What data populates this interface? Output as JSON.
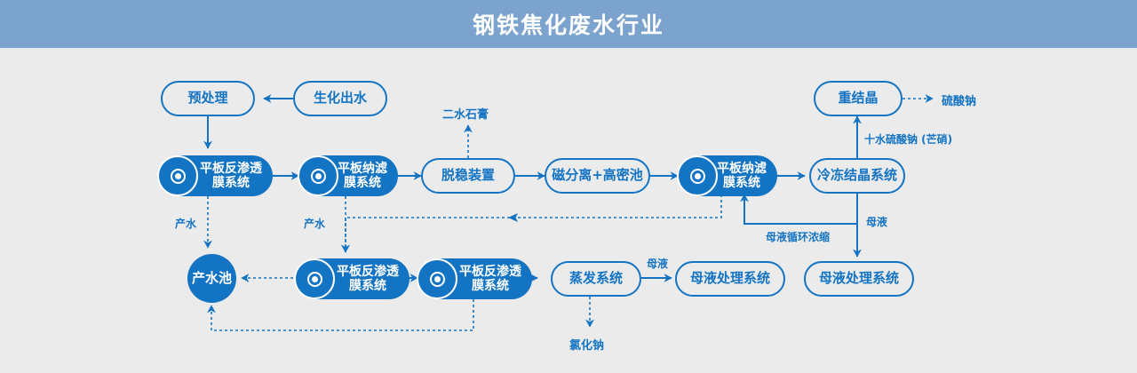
{
  "header": {
    "title": "钢铁焦化废水行业",
    "bg": "#7ba3cd",
    "text_color": "#ffffff"
  },
  "theme": {
    "accent": "#1474c4",
    "canvas_bg": "#ebebeb",
    "node_fill": "#1474c4",
    "node_text_on_fill": "#ffffff"
  },
  "nodes": {
    "pretreatment": {
      "label": "预处理",
      "style": "outline"
    },
    "bio_effluent": {
      "label": "生化出水",
      "style": "outline"
    },
    "ro_1": {
      "label": "平板反渗透\n膜系统",
      "line1": "平板反渗透",
      "line2": "膜系统",
      "style": "filled"
    },
    "nf_1": {
      "label": "平板纳滤\n膜系统",
      "line1": "平板纳滤",
      "line2": "膜系统",
      "style": "filled"
    },
    "destabilizer": {
      "label": "脱稳装置",
      "style": "outline"
    },
    "magsep": {
      "label": "磁分离+高密池",
      "style": "outline"
    },
    "nf_2": {
      "label": "平板纳滤\n膜系统",
      "line1": "平板纳滤",
      "line2": "膜系统",
      "style": "filled"
    },
    "freeze_cryst": {
      "label": "冷冻结晶系统",
      "style": "outline"
    },
    "recrystallize": {
      "label": "重结晶",
      "style": "outline"
    },
    "product_water_pond": {
      "label": "产水池",
      "style": "circle"
    },
    "ro_2": {
      "label": "平板反渗透\n膜系统",
      "line1": "平板反渗透",
      "line2": "膜系统",
      "style": "filled"
    },
    "ro_3": {
      "label": "平板反渗透\n膜系统",
      "line1": "平板反渗透",
      "line2": "膜系统",
      "style": "filled"
    },
    "evaporation": {
      "label": "蒸发系统",
      "style": "outline"
    },
    "mother_liquor_1": {
      "label": "母液处理系统",
      "style": "outline"
    },
    "mother_liquor_2": {
      "label": "母液处理系统",
      "style": "outline"
    }
  },
  "terminals": {
    "gypsum": {
      "label": "二水石膏"
    },
    "sodium_sulfate": {
      "label": "硫酸钠"
    },
    "sodium_chloride": {
      "label": "氯化钠"
    }
  },
  "edge_labels": {
    "product_water_a": "产水",
    "product_water_b": "产水",
    "mirabilite": "十水硫酸钠 (芒硝)",
    "mother_liquor_a": "母液",
    "mother_liquor_b": "母液",
    "recirculate": "母液循环浓缩"
  },
  "icons": {
    "membrane_disc": "membrane-disc-icon"
  }
}
